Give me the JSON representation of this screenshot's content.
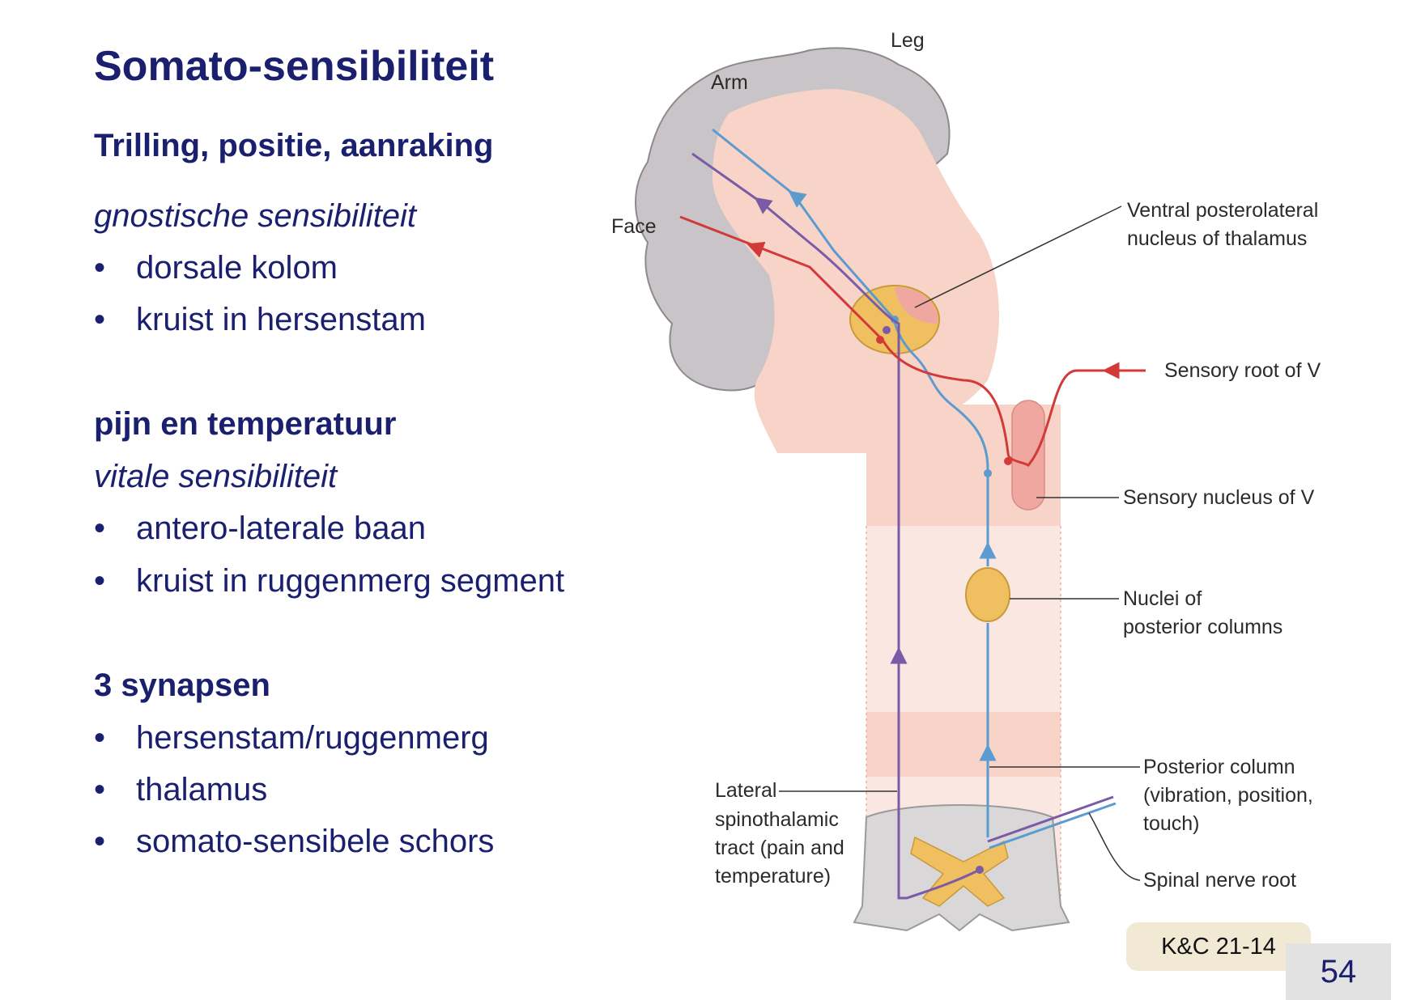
{
  "slide": {
    "title": "Somato-sensibiliteit",
    "page_number": "54",
    "reference": "K&C 21-14"
  },
  "sections": [
    {
      "heading": "Trilling, positie, aanraking",
      "subheading": "gnostische sensibiliteit",
      "bullets": [
        "dorsale kolom",
        "kruist in hersenstam"
      ]
    },
    {
      "heading": "pijn en temperatuur",
      "subheading": "vitale sensibiliteit",
      "bullets": [
        "antero-laterale baan",
        "kruist in ruggenmerg segment"
      ]
    },
    {
      "heading": "3 synapsen",
      "bullets": [
        "hersenstam/ruggenmerg",
        "thalamus",
        "somato-sensibele schors"
      ]
    }
  ],
  "bullet_symbol": "•",
  "diagram": {
    "labels": {
      "leg": "Leg",
      "arm": "Arm",
      "face": "Face",
      "vpl_line1": "Ventral posterolateral",
      "vpl_line2": "nucleus of thalamus",
      "sensory_root": "Sensory root of V",
      "sensory_nucleus": "Sensory nucleus of V",
      "nuclei_line1": "Nuclei of",
      "nuclei_line2": "posterior columns",
      "posterior_line1": "Posterior column",
      "posterior_line2": "(vibration, position,",
      "posterior_line3": "touch)",
      "lateral_line1": "Lateral",
      "lateral_line2": "spinothalamic",
      "lateral_line3": "tract (pain and",
      "lateral_line4": "temperature)",
      "spinal_root": "Spinal nerve root"
    },
    "colors": {
      "cortex": "#c8c4c7",
      "brain_fill": "#f7d3c8",
      "blue_pathway": "#5b9bd0",
      "purple_pathway": "#7b5aa6",
      "red_pathway": "#d23a3a",
      "nucleus_gold": "#f0c060",
      "title_text": "#1a1f6e"
    }
  }
}
